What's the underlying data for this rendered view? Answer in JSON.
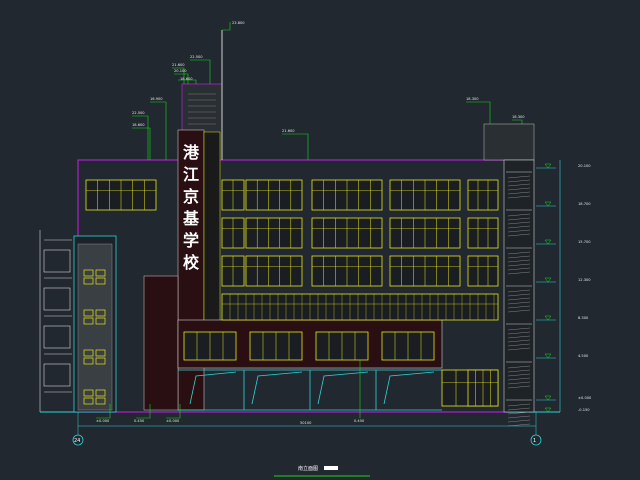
{
  "drawing": {
    "sign_chars": [
      "港",
      "江",
      "京",
      "基",
      "学",
      "校"
    ],
    "title": "南立面图",
    "grid_left": "24",
    "grid_right": "1"
  },
  "colors": {
    "background": "#212830",
    "wall_outline": "#b020d0",
    "window_yellow": "#e6e61a",
    "facade_dark": "#2a0f12",
    "cyan_line": "#29d6d6",
    "green_leader": "#19d619",
    "white_text": "#ffffff"
  },
  "annotations": {
    "top_spire": "23.800",
    "roof_notes": [
      "22.500",
      "21.600",
      "20.100",
      "18.600",
      "16.900"
    ],
    "stair_roof": "18.300",
    "elevations_right": [
      "20.100",
      "18.700",
      "15.700",
      "12.300",
      "8.300",
      "4.500",
      "±0.000",
      "-0.150"
    ],
    "ground_left": [
      "±0.000",
      "0.450"
    ],
    "ground_mid": [
      "±0.000"
    ],
    "overall_width": "50100"
  }
}
